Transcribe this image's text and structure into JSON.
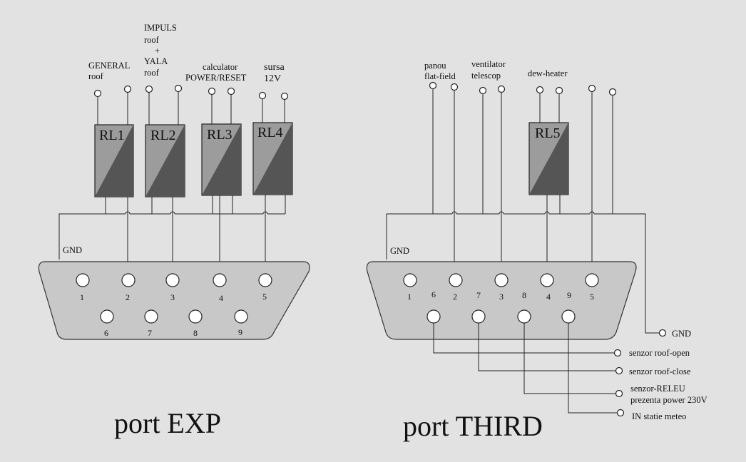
{
  "exp": {
    "title": "port EXP",
    "gnd": "GND",
    "relays": [
      "RL1",
      "RL2",
      "RL3",
      "RL4"
    ],
    "labels": {
      "general_1": "GENERAL",
      "general_2": "roof",
      "impuls_1": "IMPULS",
      "impuls_2": "roof",
      "impuls_3": "+",
      "impuls_4": "YALA",
      "impuls_5": "roof",
      "calc_1": "calculator",
      "calc_2": "POWER/RESET",
      "sursa_1": "sursa",
      "sursa_2": "12V"
    },
    "pins_top": [
      "1",
      "2",
      "3",
      "4",
      "5"
    ],
    "pins_bottom": [
      "6",
      "7",
      "8",
      "9"
    ]
  },
  "third": {
    "title": "port THIRD",
    "gnd": "GND",
    "gnd_out": "GND",
    "relays": [
      "RL5"
    ],
    "labels": {
      "panou_1": "panou",
      "panou_2": "flat-field",
      "vent_1": "ventilator",
      "vent_2": "telescop",
      "dew": "dew-heater"
    },
    "pins_top": [
      "1",
      "2",
      "3",
      "4",
      "5"
    ],
    "pins_bottom": [
      "6",
      "7",
      "8",
      "9"
    ],
    "outputs": {
      "roof_open": "senzor roof-open",
      "roof_close": "senzor roof-close",
      "releu_1": "senzor-RELEU",
      "releu_2": "prezenta power 230V",
      "meteo": "IN statie meteo"
    }
  }
}
